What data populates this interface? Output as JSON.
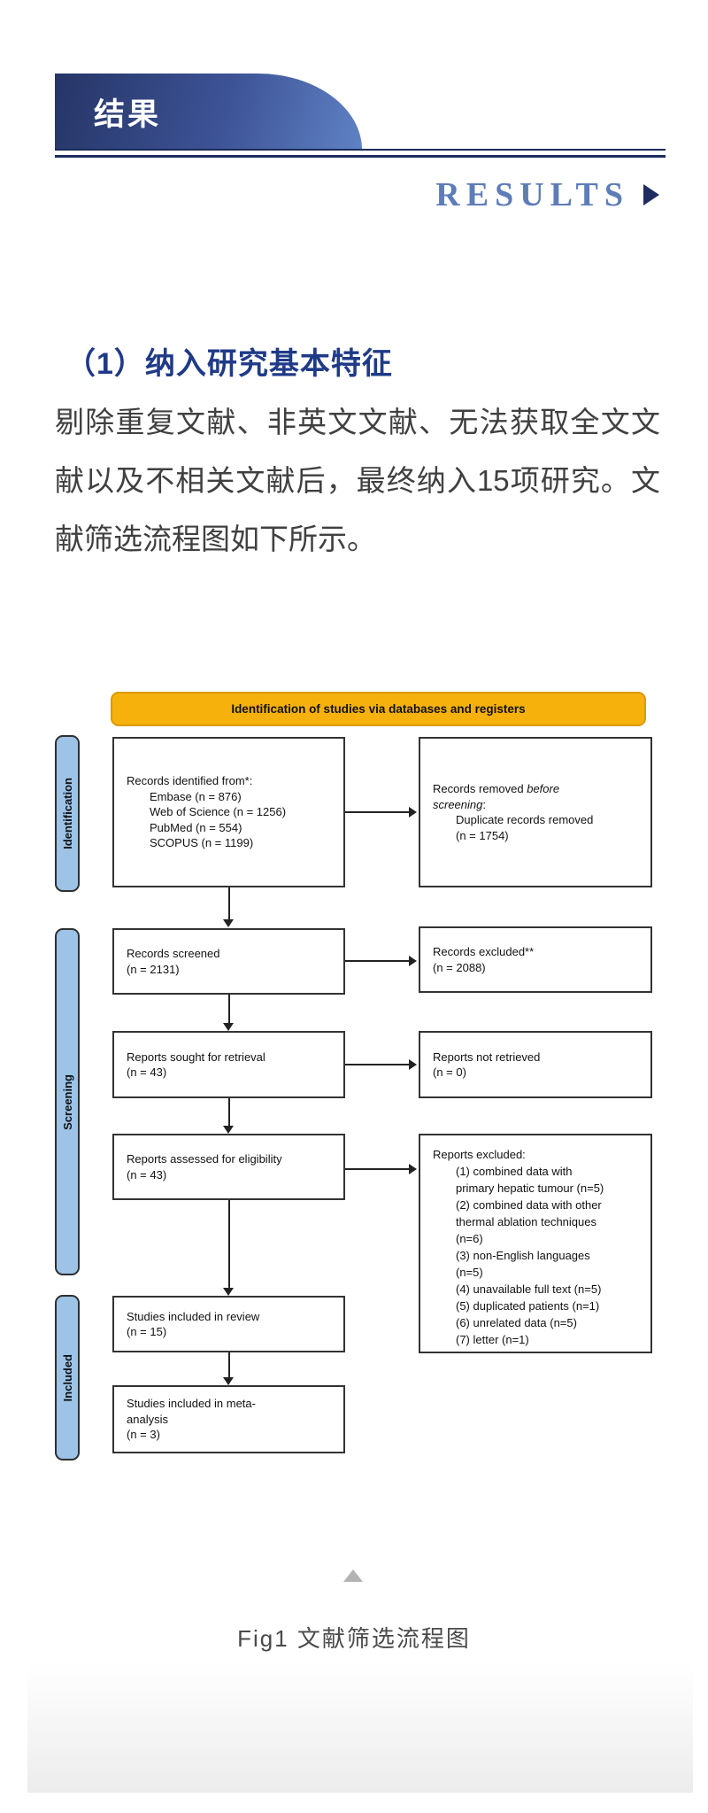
{
  "header": {
    "banner_title": "结果",
    "results_title": "RESULTS"
  },
  "article": {
    "heading": "（1）纳入研究基本特征",
    "paragraph": "剔除重复文献、非英文文献、无法获取全文文献以及不相关文献后，最终纳入15项研究。文献筛选流程图如下所示。"
  },
  "diagram": {
    "banner": "Identification of studies via databases and registers",
    "stages": [
      "Identification",
      "Screening",
      "Included"
    ],
    "records_identified": {
      "title": "Records identified from*:",
      "sources": [
        "Embase (n = 876)",
        "Web of Science (n = 1256)",
        "PubMed (n = 554)",
        "SCOPUS (n = 1199)"
      ]
    },
    "records_removed": {
      "prefix": "Records removed ",
      "italic_word1": "before",
      "italic_word2": "screening",
      "suffix": ":",
      "details": [
        "Duplicate records removed",
        "(n = 1754)"
      ]
    },
    "records_screened": [
      "Records screened",
      "(n = 2131)"
    ],
    "records_excluded": [
      "Records excluded**",
      "(n = 2088)"
    ],
    "reports_sought": [
      "Reports sought for retrieval",
      "(n = 43)"
    ],
    "reports_not_retrieved": [
      "Reports not retrieved",
      "(n = 0)"
    ],
    "reports_assessed": [
      "Reports assessed for eligibility",
      "(n = 43)"
    ],
    "reports_excluded": {
      "title": "Reports excluded:",
      "items": [
        "(1) combined data with",
        "primary hepatic tumour (n=5)",
        "(2) combined data with other",
        "thermal ablation techniques",
        "(n=6)",
        "(3) non-English languages",
        "(n=5)",
        "(4) unavailable full text (n=5)",
        "(5) duplicated patients (n=1)",
        "(6) unrelated data (n=5)",
        "(7) letter (n=1)"
      ]
    },
    "studies_in_review": [
      "Studies included in review",
      "(n = 15)"
    ],
    "studies_in_meta": [
      "Studies included in meta-",
      "analysis",
      "(n = 3)"
    ]
  },
  "footer": {
    "caption": "Fig1 文献筛选流程图"
  },
  "colors": {
    "navy": "#1b2b5c",
    "banner_gradient_start": "#263566",
    "banner_gradient_end": "#5f82c4",
    "results_blue": "#5d7cb8",
    "heading_blue": "#1f3a87",
    "diagram_orange": "#f7b10c",
    "stage_light_blue": "#9dc3e6"
  }
}
